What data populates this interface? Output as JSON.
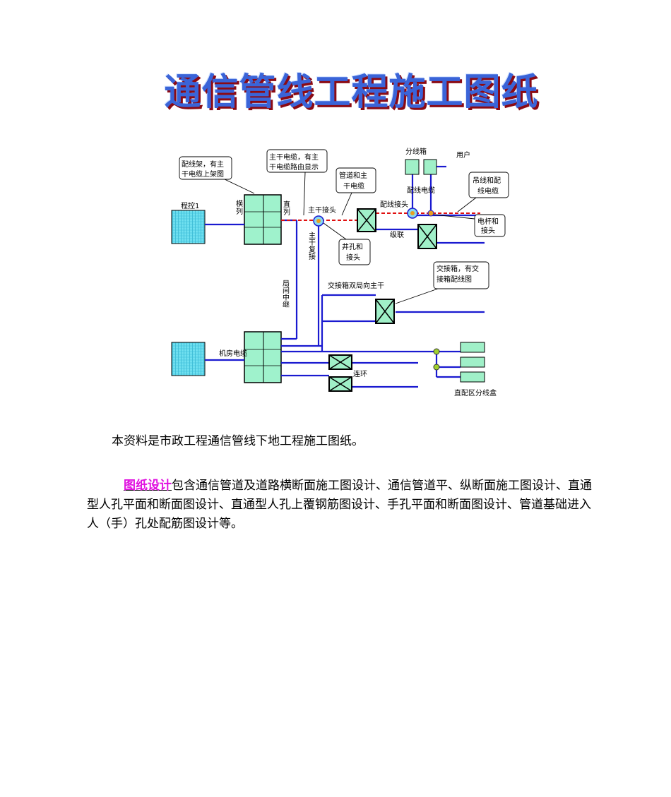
{
  "title": "通信管线工程施工图纸",
  "diagram": {
    "labels": {
      "chengkong1": "程控1",
      "peixianjia_callout": [
        "配线架，有主",
        "干电缆上架图"
      ],
      "zhugan_callout": [
        "主干电缆，有主",
        "干电缆路由显示"
      ],
      "guandao_callout": [
        "管道和主",
        "干电缆"
      ],
      "fenxianxiang": "分线箱",
      "yonghu": "用户",
      "peixian_dianlan": "配线电缆",
      "diaoxian_callout": [
        "吊线和配",
        "线电缆"
      ],
      "heng": "横",
      "lie1": "列",
      "zhi": "直",
      "lie2": "列",
      "zhugan_jietou": "主干接头",
      "peixian_jietou": "配线接头",
      "dianggan_callout": [
        "电杆和",
        "接头"
      ],
      "jilian": "级联",
      "zhugan_fujie": "主干复接",
      "jingkong_callout": [
        "井孔和",
        "接头"
      ],
      "jujian_zhongji": "局间中继",
      "jiaojiexiang_text": "交接箱双局向主干",
      "jiaojiexiang_callout": [
        "交接箱，有交",
        "接箱配线图"
      ],
      "jifang_dianlan": "机房电缆",
      "lianhuan": "连环",
      "zhipeiqu": "直配区分线盒"
    }
  },
  "paragraph1": "本资料是市政工程通信管线下地工程施工图纸。",
  "paragraph2": {
    "link": "图纸设计",
    "rest": "包含通信管道及道路横断面施工图设计、通信管道平、纵断面施工图设计、直通型人孔平面和断面图设计、直通型人孔上覆钢筋图设计、手孔平面和断面图设计、管道基础进入人（手）孔处配筋图设计等。"
  }
}
